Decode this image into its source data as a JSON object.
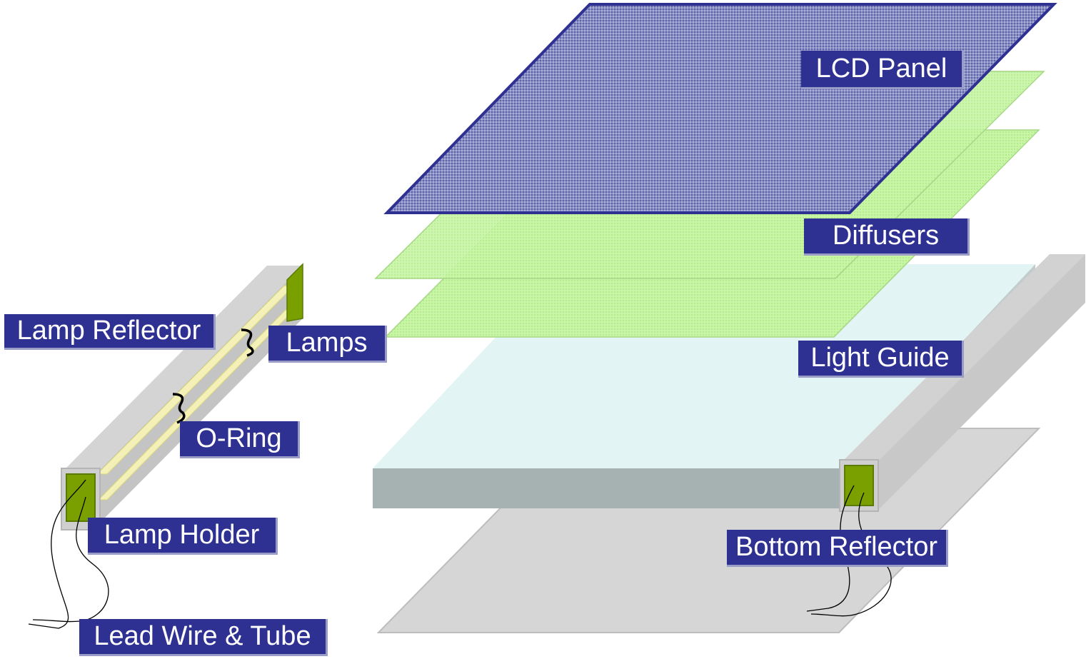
{
  "labels": {
    "lcd_panel": "LCD Panel",
    "diffusers": "Diffusers",
    "lamp_reflector": "Lamp Reflector",
    "lamps": "Lamps",
    "light_guide": "Light Guide",
    "o_ring": "O-Ring",
    "lamp_holder": "Lamp Holder",
    "bottom_reflector": "Bottom Reflector",
    "lead_wire_tube": "Lead Wire & Tube"
  },
  "colors": {
    "label_bg": "#2e3192",
    "label_text": "#ffffff",
    "lcd_panel": "#8e95c4",
    "lcd_border": "#2e3192",
    "diffuser": "#c6f5a0",
    "light_guide_top": "#e2f4f4",
    "light_guide_side": "#a7b3b3",
    "reflector_gray": "#d4d4d4",
    "lamp_yellow": "#f2f0b0",
    "holder_green": "#7aa000"
  }
}
